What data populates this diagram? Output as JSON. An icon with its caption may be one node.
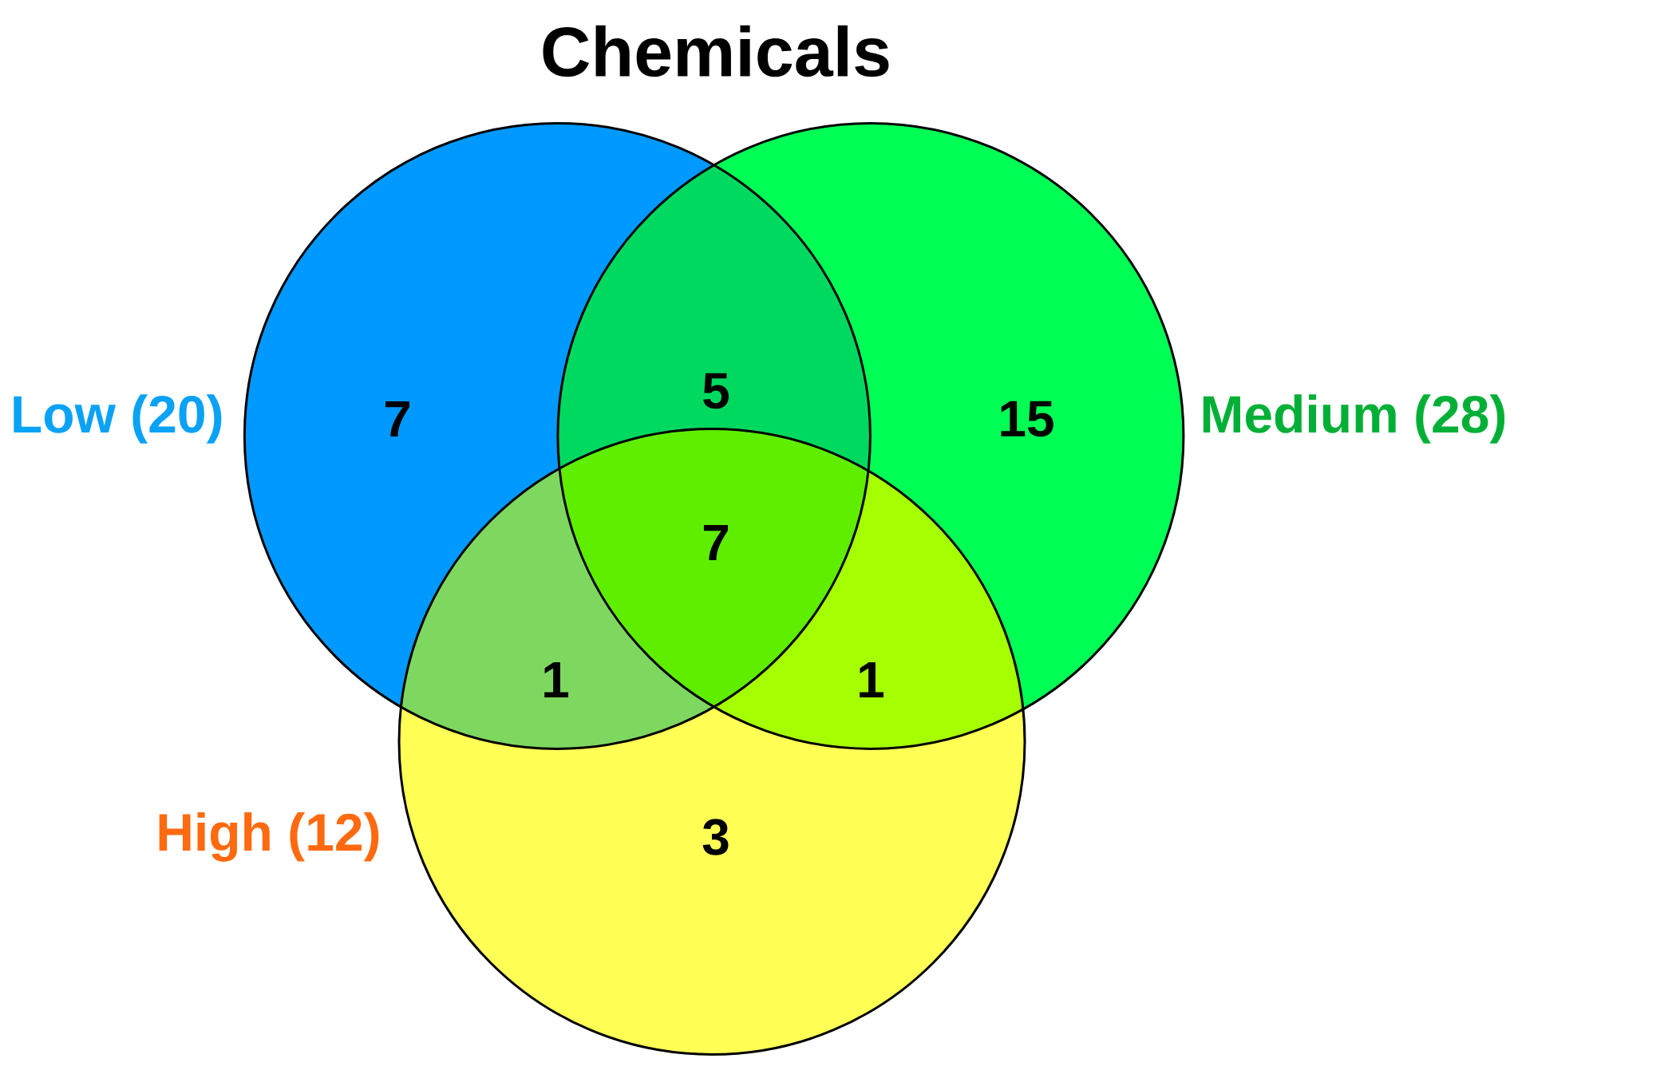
{
  "diagram": {
    "title": "Chemicals",
    "nodes": [
      {
        "text": [],
        "shape": "circle",
        "beside": [
          "Low (20)"
        ]
      },
      {
        "text": [],
        "shape": "circle",
        "beside": [
          "Medium (28)"
        ]
      },
      {
        "text": [],
        "shape": "circle",
        "beside": [
          "High (12)"
        ]
      }
    ],
    "labels": [
      "7",
      "5",
      "15",
      "7",
      "1",
      "1",
      "3"
    ]
  }
}
